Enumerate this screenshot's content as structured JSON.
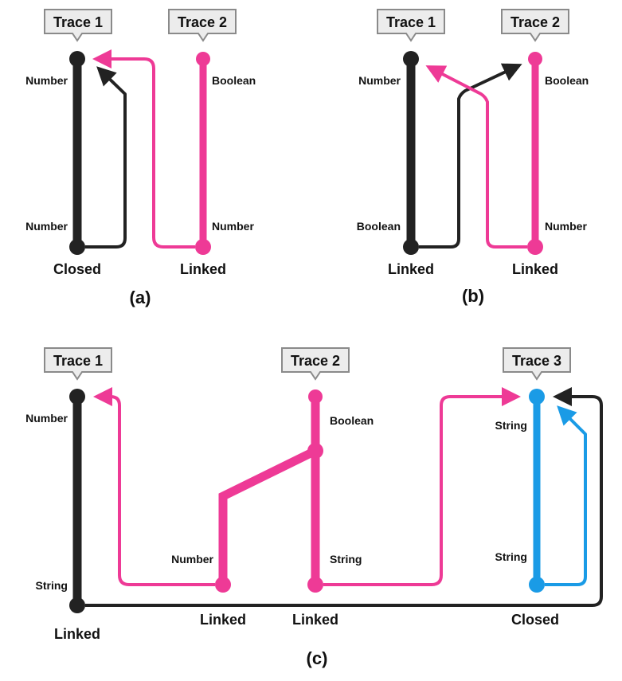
{
  "colors": {
    "trace1": "#222222",
    "trace2": "#ee3a96",
    "trace3": "#1a9be6",
    "box_fill": "#ececec",
    "box_stroke": "#8a8a8a"
  },
  "panel_a": {
    "caption": "(a)",
    "trace1": {
      "title": "Trace 1",
      "top_type": "Number",
      "bottom_type": "Number",
      "state": "Closed"
    },
    "trace2": {
      "title": "Trace 2",
      "top_type": "Boolean",
      "bottom_type": "Number",
      "state": "Linked"
    }
  },
  "panel_b": {
    "caption": "(b)",
    "trace1": {
      "title": "Trace 1",
      "top_type": "Number",
      "bottom_type": "Boolean",
      "state": "Linked"
    },
    "trace2": {
      "title": "Trace 2",
      "top_type": "Boolean",
      "bottom_type": "Number",
      "state": "Linked"
    }
  },
  "panel_c": {
    "caption": "(c)",
    "trace1": {
      "title": "Trace 1",
      "top_type": "Number",
      "bottom_type": "String",
      "state": "Linked"
    },
    "trace2": {
      "title": "Trace 2",
      "top_type": "Boolean",
      "branch_type": "Number",
      "branch_state": "Linked",
      "bottom_type": "String",
      "state": "Linked"
    },
    "trace3": {
      "title": "Trace 3",
      "top_type": "String",
      "bottom_type": "String",
      "state": "Closed"
    }
  }
}
